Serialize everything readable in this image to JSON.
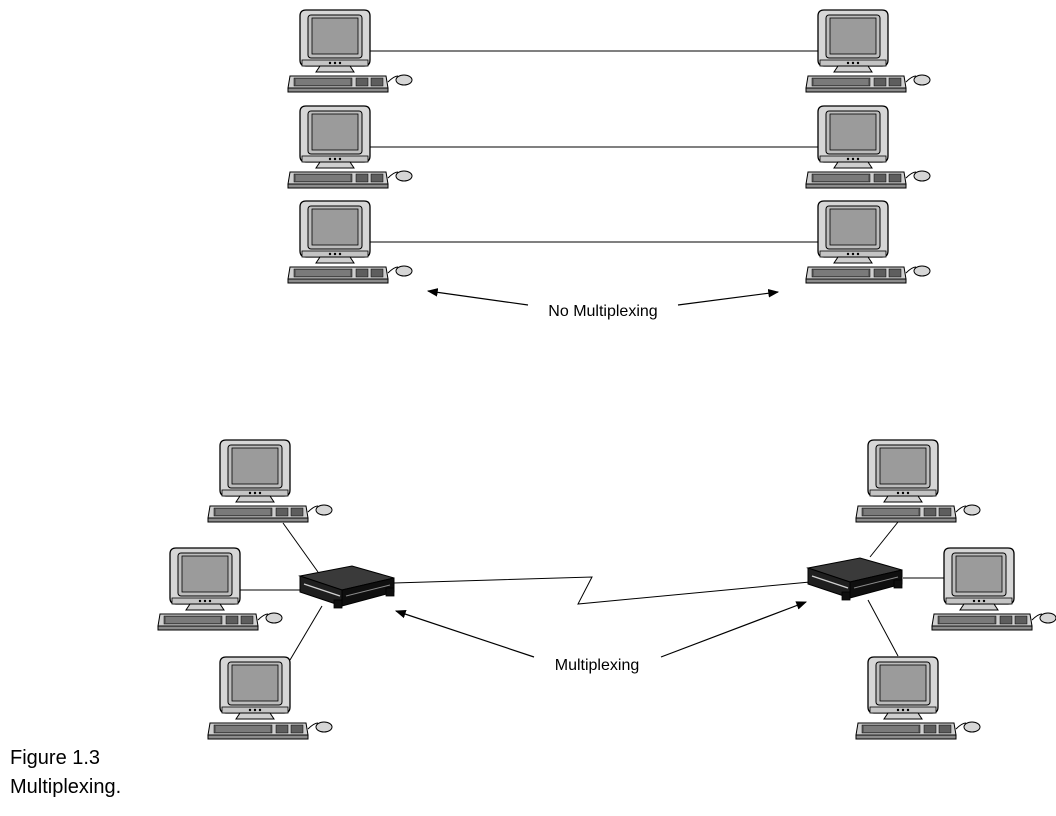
{
  "labels": {
    "no_multiplexing": "No Multiplexing",
    "multiplexing": "Multiplexing"
  },
  "caption": {
    "figure": "Figure 1.3",
    "title": "Multiplexing."
  },
  "icons": {
    "computer": "desktop-computer-icon",
    "multiplexer": "multiplexer-device-icon"
  },
  "colors": {
    "line": "#000000",
    "screen": "#9a9a9a",
    "casing": "#d2d2d2",
    "device": "#2a2a2a"
  }
}
